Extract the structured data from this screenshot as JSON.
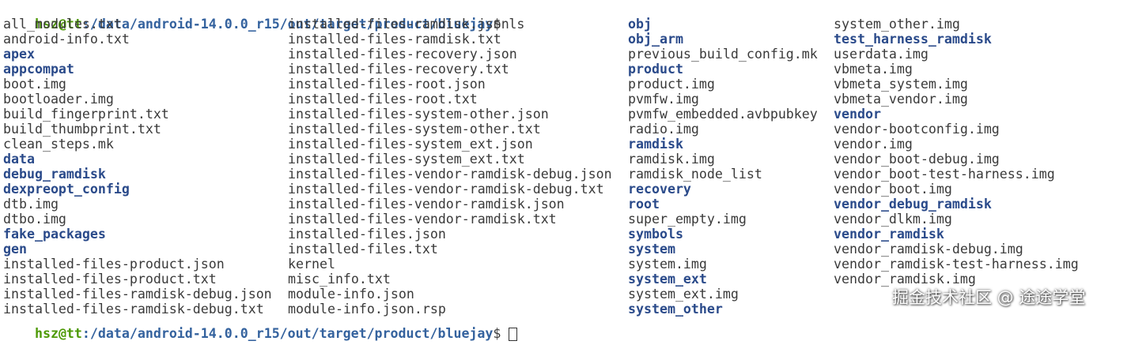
{
  "prompt": {
    "user_host": "hsz@tt",
    "path": ":/data/android-14.0.0_r15/out/target/product/bluejay",
    "symbol": "$",
    "command": " ls"
  },
  "listing": {
    "columns": [
      [
        {
          "name": "all_modules.txt",
          "type": "file"
        },
        {
          "name": "android-info.txt",
          "type": "file"
        },
        {
          "name": "apex",
          "type": "dir"
        },
        {
          "name": "appcompat",
          "type": "dir"
        },
        {
          "name": "boot.img",
          "type": "file"
        },
        {
          "name": "bootloader.img",
          "type": "file"
        },
        {
          "name": "build_fingerprint.txt",
          "type": "file"
        },
        {
          "name": "build_thumbprint.txt",
          "type": "file"
        },
        {
          "name": "clean_steps.mk",
          "type": "file"
        },
        {
          "name": "data",
          "type": "dir"
        },
        {
          "name": "debug_ramdisk",
          "type": "dir"
        },
        {
          "name": "dexpreopt_config",
          "type": "dir"
        },
        {
          "name": "dtb.img",
          "type": "file"
        },
        {
          "name": "dtbo.img",
          "type": "file"
        },
        {
          "name": "fake_packages",
          "type": "dir"
        },
        {
          "name": "gen",
          "type": "dir"
        },
        {
          "name": "installed-files-product.json",
          "type": "file"
        },
        {
          "name": "installed-files-product.txt",
          "type": "file"
        },
        {
          "name": "installed-files-ramdisk-debug.json",
          "type": "file"
        },
        {
          "name": "installed-files-ramdisk-debug.txt",
          "type": "file"
        }
      ],
      [
        {
          "name": "installed-files-ramdisk.json",
          "type": "file"
        },
        {
          "name": "installed-files-ramdisk.txt",
          "type": "file"
        },
        {
          "name": "installed-files-recovery.json",
          "type": "file"
        },
        {
          "name": "installed-files-recovery.txt",
          "type": "file"
        },
        {
          "name": "installed-files-root.json",
          "type": "file"
        },
        {
          "name": "installed-files-root.txt",
          "type": "file"
        },
        {
          "name": "installed-files-system-other.json",
          "type": "file"
        },
        {
          "name": "installed-files-system-other.txt",
          "type": "file"
        },
        {
          "name": "installed-files-system_ext.json",
          "type": "file"
        },
        {
          "name": "installed-files-system_ext.txt",
          "type": "file"
        },
        {
          "name": "installed-files-vendor-ramdisk-debug.json",
          "type": "file"
        },
        {
          "name": "installed-files-vendor-ramdisk-debug.txt",
          "type": "file"
        },
        {
          "name": "installed-files-vendor-ramdisk.json",
          "type": "file"
        },
        {
          "name": "installed-files-vendor-ramdisk.txt",
          "type": "file"
        },
        {
          "name": "installed-files.json",
          "type": "file"
        },
        {
          "name": "installed-files.txt",
          "type": "file"
        },
        {
          "name": "kernel",
          "type": "file"
        },
        {
          "name": "misc_info.txt",
          "type": "file"
        },
        {
          "name": "module-info.json",
          "type": "file"
        },
        {
          "name": "module-info.json.rsp",
          "type": "file"
        }
      ],
      [
        {
          "name": "obj",
          "type": "dir"
        },
        {
          "name": "obj_arm",
          "type": "dir"
        },
        {
          "name": "previous_build_config.mk",
          "type": "file"
        },
        {
          "name": "product",
          "type": "dir"
        },
        {
          "name": "product.img",
          "type": "file"
        },
        {
          "name": "pvmfw.img",
          "type": "file"
        },
        {
          "name": "pvmfw_embedded.avbpubkey",
          "type": "file"
        },
        {
          "name": "radio.img",
          "type": "file"
        },
        {
          "name": "ramdisk",
          "type": "dir"
        },
        {
          "name": "ramdisk.img",
          "type": "file"
        },
        {
          "name": "ramdisk_node_list",
          "type": "file"
        },
        {
          "name": "recovery",
          "type": "dir"
        },
        {
          "name": "root",
          "type": "dir"
        },
        {
          "name": "super_empty.img",
          "type": "file"
        },
        {
          "name": "symbols",
          "type": "dir"
        },
        {
          "name": "system",
          "type": "dir"
        },
        {
          "name": "system.img",
          "type": "file"
        },
        {
          "name": "system_ext",
          "type": "dir"
        },
        {
          "name": "system_ext.img",
          "type": "file"
        },
        {
          "name": "system_other",
          "type": "dir"
        }
      ],
      [
        {
          "name": "system_other.img",
          "type": "file"
        },
        {
          "name": "test_harness_ramdisk",
          "type": "dir"
        },
        {
          "name": "userdata.img",
          "type": "file"
        },
        {
          "name": "vbmeta.img",
          "type": "file"
        },
        {
          "name": "vbmeta_system.img",
          "type": "file"
        },
        {
          "name": "vbmeta_vendor.img",
          "type": "file"
        },
        {
          "name": "vendor",
          "type": "dir"
        },
        {
          "name": "vendor-bootconfig.img",
          "type": "file"
        },
        {
          "name": "vendor.img",
          "type": "file"
        },
        {
          "name": "vendor_boot-debug.img",
          "type": "file"
        },
        {
          "name": "vendor_boot-test-harness.img",
          "type": "file"
        },
        {
          "name": "vendor_boot.img",
          "type": "file"
        },
        {
          "name": "vendor_debug_ramdisk",
          "type": "dir"
        },
        {
          "name": "vendor_dlkm.img",
          "type": "file"
        },
        {
          "name": "vendor_ramdisk",
          "type": "dir"
        },
        {
          "name": "vendor_ramdisk-debug.img",
          "type": "file"
        },
        {
          "name": "vendor_ramdisk-test-harness.img",
          "type": "file"
        },
        {
          "name": "vendor_ramdisk.img",
          "type": "file"
        }
      ]
    ]
  },
  "watermark": "掘金技术社区 @ 途途学堂",
  "colors": {
    "background": "#ffffff",
    "text": "#3a3a3a",
    "directory": "#2a4a8a",
    "prompt_user": "#4e9a06",
    "prompt_path": "#34629e"
  }
}
